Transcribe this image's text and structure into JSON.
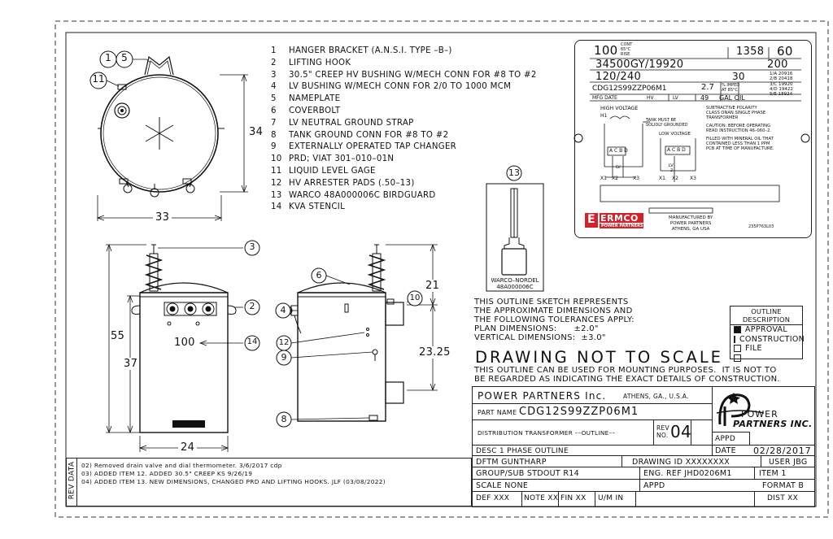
{
  "items": [
    {
      "num": "1",
      "text": "HANGER BRACKET (A.N.S.I. TYPE –B–)"
    },
    {
      "num": "2",
      "text": "LIFTING HOOK"
    },
    {
      "num": "3",
      "text": "30.5\" CREEP HV BUSHING W/MECH CONN FOR #8 TO #2"
    },
    {
      "num": "4",
      "text": "LV BUSHING W/MECH CONN FOR 2/0 TO 1000 MCM"
    },
    {
      "num": "5",
      "text": "NAMEPLATE"
    },
    {
      "num": "6",
      "text": "COVERBOLT"
    },
    {
      "num": "7",
      "text": "LV NEUTRAL GROUND STRAP"
    },
    {
      "num": "8",
      "text": "TANK GROUND CONN FOR #8 TO #2"
    },
    {
      "num": "9",
      "text": "EXTERNALLY OPERATED TAP CHANGER"
    },
    {
      "num": "10",
      "text": "PRD; VIAT 301–010–01N"
    },
    {
      "num": "11",
      "text": "LIQUID LEVEL GAGE"
    },
    {
      "num": "12",
      "text": "HV ARRESTER PADS (.50–13)"
    },
    {
      "num": "13",
      "text": "WARCO 48A000006C BIRDGUARD"
    },
    {
      "num": "14",
      "text": "KVA STENCIL"
    }
  ],
  "dims": {
    "top_height": "34",
    "top_width": "33",
    "front_height": "55",
    "front_height2": "37",
    "front_width": "24",
    "side_top": "21",
    "side_mid": "23.25",
    "kva_stencil": "100"
  },
  "balloons": {
    "b1": "1",
    "b5": "5",
    "b11": "11",
    "b3": "3",
    "b2": "2",
    "b14": "14",
    "b6": "6",
    "b4": "4",
    "b10": "10",
    "b12": "12",
    "b9": "9",
    "b8": "8",
    "b13": "13"
  },
  "birdguard": {
    "line1": "WARCO–NORDEL",
    "line2": "48A000006C"
  },
  "nameplate": {
    "kva": "100",
    "cont": "CONT",
    "rise1": "65°C",
    "rise2": "RISE",
    "ph": "1358",
    "z": "60",
    "hv": "34500GY/19920",
    "bil": "200",
    "lv": "120/240",
    "lv_bil": "30",
    "sty": "CDG12S99ZZP06M1",
    "imped": "2.7",
    "imped_lbl": "% IMPED",
    "imped_lbl2": "AT 85°C",
    "gal": "49",
    "gal_lbl": "GAL OIL",
    "mfg": "MFG DATE",
    "hv_lbl": "HV",
    "lv_lbl": "LV",
    "taps": [
      "1/A 20916",
      "2/B 20418",
      "3/C 19920",
      "4/D 19422",
      "5/E 18924"
    ],
    "high_voltage": "HIGH VOLTAGE",
    "h1": "H1",
    "tank_note1": "TANK MUST BE",
    "tank_note2": "SOLIDLY GROUNDED",
    "low_voltage": "LOW VOLTAGE",
    "subtractive": [
      "SUBTRACTIVE POLARITY",
      "CLASS ONAN SINGLE PHASE",
      "TRANSFORMER"
    ],
    "caution": [
      "CAUTION: BEFORE OPERATING",
      "READ INSTRUCTION 46–060–2."
    ],
    "filled": [
      "FILLED WITH MINERAL OIL THAT",
      "CONTAINED LESS THAN 1 PPM",
      "PCB AT TIME OF MANUFACTURE."
    ],
    "x1": "X1",
    "x2": "X2",
    "x3": "X3",
    "abcd": "A C B D",
    "lv_tag": "LV",
    "num2": "2",
    "logo": "ERMCO",
    "logo_sub": "POWER PARTNERS",
    "made": [
      "MANUFACTURED BY",
      "POWER PARTNERS",
      "ATHENS, GA USA"
    ],
    "code": "235P763L03"
  },
  "notes": {
    "block1": "THIS OUTLINE SKETCH REPRESENTS\nTHE APPROXIMATE DIMENSIONS AND\nTHE FOLLOWING TOLERANCES APPLY:\nPLAN DIMENSIONS:      ±2.0\"\nVERTICAL DIMENSIONS:  ±3.0\"",
    "title": "DRAWING NOT TO SCALE",
    "block2": "THIS OUTLINE CAN BE USED FOR MOUNTING PURPOSES.  IT IS NOT TO\nBE REGARDED AS INDICATING THE EXACT DETAILS OF CONSTRUCTION."
  },
  "outline_desc": {
    "header": "OUTLINE DESCRIPTION",
    "options": [
      {
        "label": "APPROVAL",
        "checked": true
      },
      {
        "label": "CONSTRUCTION",
        "checked": false
      },
      {
        "label": "FILE",
        "checked": false
      },
      {
        "label": "",
        "checked": false
      }
    ]
  },
  "titleblock": {
    "company": "POWER PARTNERS Inc.",
    "location": "ATHENS, GA., U.S.A.",
    "part_label": "PART NAME",
    "part": "CDG12S99ZZP06M1",
    "desc_long": "DISTRIBUTION TRANSFORMER ––OUTLINE––",
    "rev_label1": "REV",
    "rev_label2": "NO.",
    "rev": "04",
    "appd": "APPD",
    "desc": "DESC 1 PHASE OUTLINE",
    "date_label": "DATE",
    "date": "02/28/2017",
    "dftm": "DFTM GUNTHARP",
    "drawing_id": "DRAWING ID  XXXXXXXX",
    "user": "USER JBG",
    "group": "GROUP/SUB STDOUT R14",
    "eng_ref": "ENG. REF JHD0206M1",
    "item": "ITEM 1",
    "scale": "SCALE NONE",
    "appd2": "APPD",
    "format": "FORMAT B",
    "def": "DEF XXX",
    "note": "NOTE XX",
    "fin": "FIN  XX",
    "um": "U/M IN",
    "dist": "DIST XX",
    "logo_top": "POWER",
    "logo_bottom": "PARTNERS INC."
  },
  "revisions": {
    "tag": "REV DATA",
    "lines": [
      "02) Removed drain valve and dial thermometer. 3/6/2017 cdp",
      "03) ADDED ITEM 12. ADDED 30.5\" CREEP KS 9/26/19",
      "04) ADDED ITEM 13. NEW DIMENSIONS, CHANGED PRD AND LIFTING HOOKS. JLF (03/08/2022)"
    ]
  },
  "colors": {
    "ink": "#111111",
    "logo_red": "#d2232a",
    "paper": "#ffffff"
  }
}
